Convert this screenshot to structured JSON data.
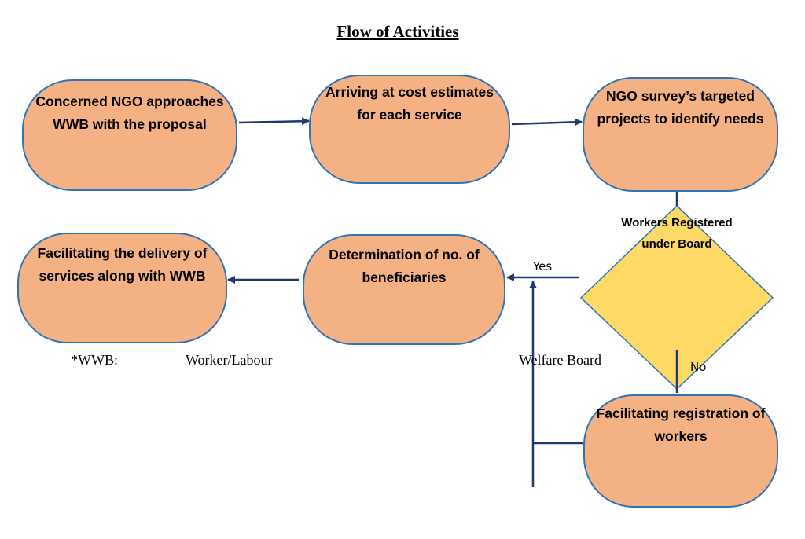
{
  "title": "Flow of Activities",
  "nodes": {
    "n1": "Concerned NGO approaches WWB with the proposal",
    "n2": "Arriving at cost estimates for each service",
    "n3": "NGO survey’s targeted projects to identify needs",
    "n4": "Facilitating the delivery of services along with WWB",
    "n5": "Determination of no. of beneficiaries",
    "n6": "Facilitating registration of workers"
  },
  "decision": "Workers Registered under Board",
  "edge_labels": {
    "yes": "Yes",
    "no": "No"
  },
  "footnote": {
    "abbr": "*WWB:",
    "part1": "Worker/Labour",
    "part2": "Welfare Board"
  },
  "colors": {
    "node_fill": "#f4b183",
    "node_border": "#2e75b6",
    "decision_fill": "#ffd966",
    "arrow": "#1f3a6e"
  }
}
